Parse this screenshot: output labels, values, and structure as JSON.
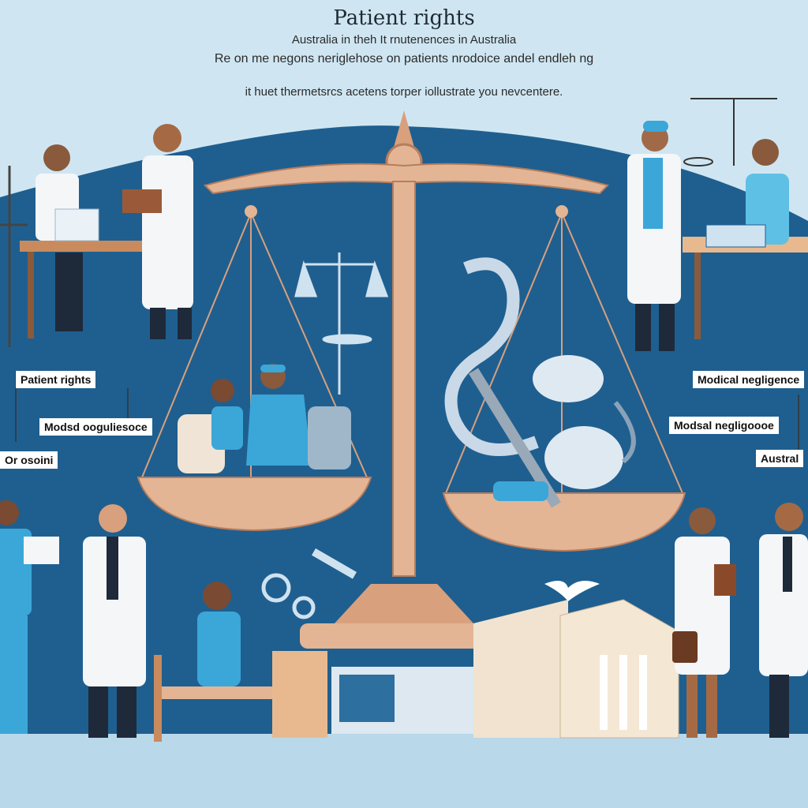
{
  "header": {
    "title": "Patient rights",
    "line1": "Australia in theh It rnutenences in Australia",
    "line2": "Re on me negons neriglehose on patients nrodoice andel endleh ng",
    "line3": "it huet thermetsrcs acetens torper iollustrate you nevcentere."
  },
  "labels": {
    "patient_rights": "Patient rights",
    "medical_negligence_left": "Modsd ooguliesoce",
    "or_oscini": "Or osoini",
    "medical_negligence_right_top": "Modical negligence",
    "medical_negligence_right_mid": "Modsal negligoooe",
    "austral": "Austral"
  },
  "colors": {
    "background": "#cfe6f2",
    "backdrop": "#1f5f8f",
    "scale_wood": "#e3b595",
    "scrubs": "#3aa7d8",
    "coat": "#f4f6f8"
  }
}
